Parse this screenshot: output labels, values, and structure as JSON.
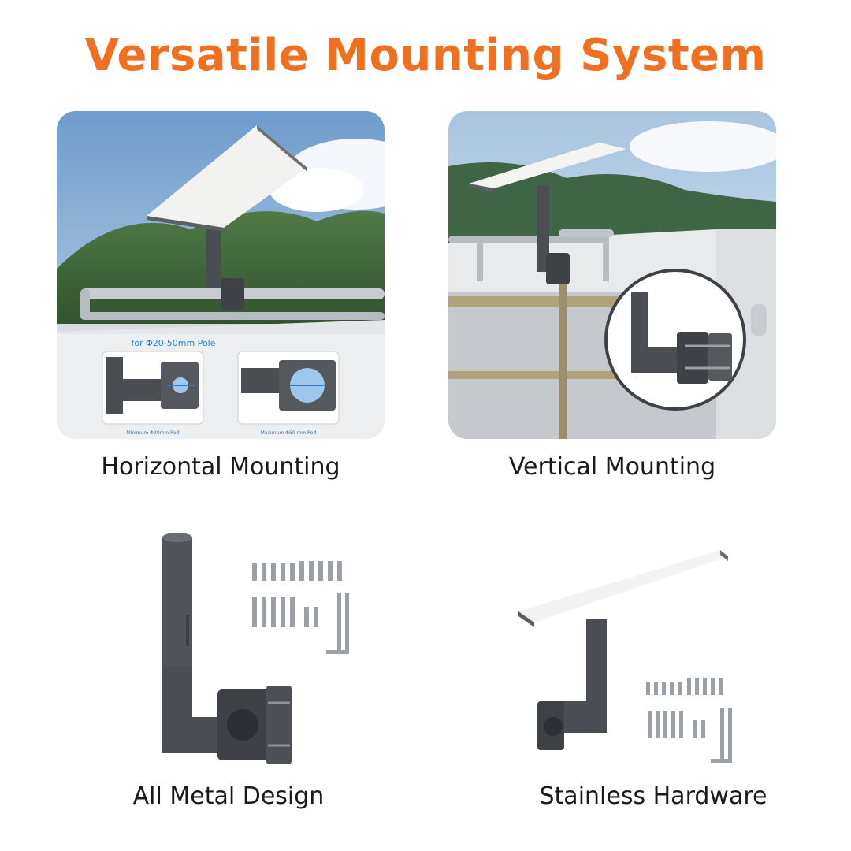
{
  "page": {
    "title": "Versatile Mounting System"
  },
  "panels": {
    "horizontal": {
      "caption": "Horizontal Mounting",
      "pole_note": "for Φ20-50mm Pole",
      "min_label": "Minimum Φ20mm Rod",
      "max_label": "Maximum Φ50 mm Rod"
    },
    "vertical": {
      "caption": "Vertical Mounting"
    }
  },
  "products": {
    "metal": {
      "caption": "All Metal Design"
    },
    "hardware": {
      "caption": "Stainless Hardware"
    }
  },
  "colors": {
    "title": "#f07021",
    "mount": "#4a4d52",
    "metal": "#9aa0a6"
  }
}
